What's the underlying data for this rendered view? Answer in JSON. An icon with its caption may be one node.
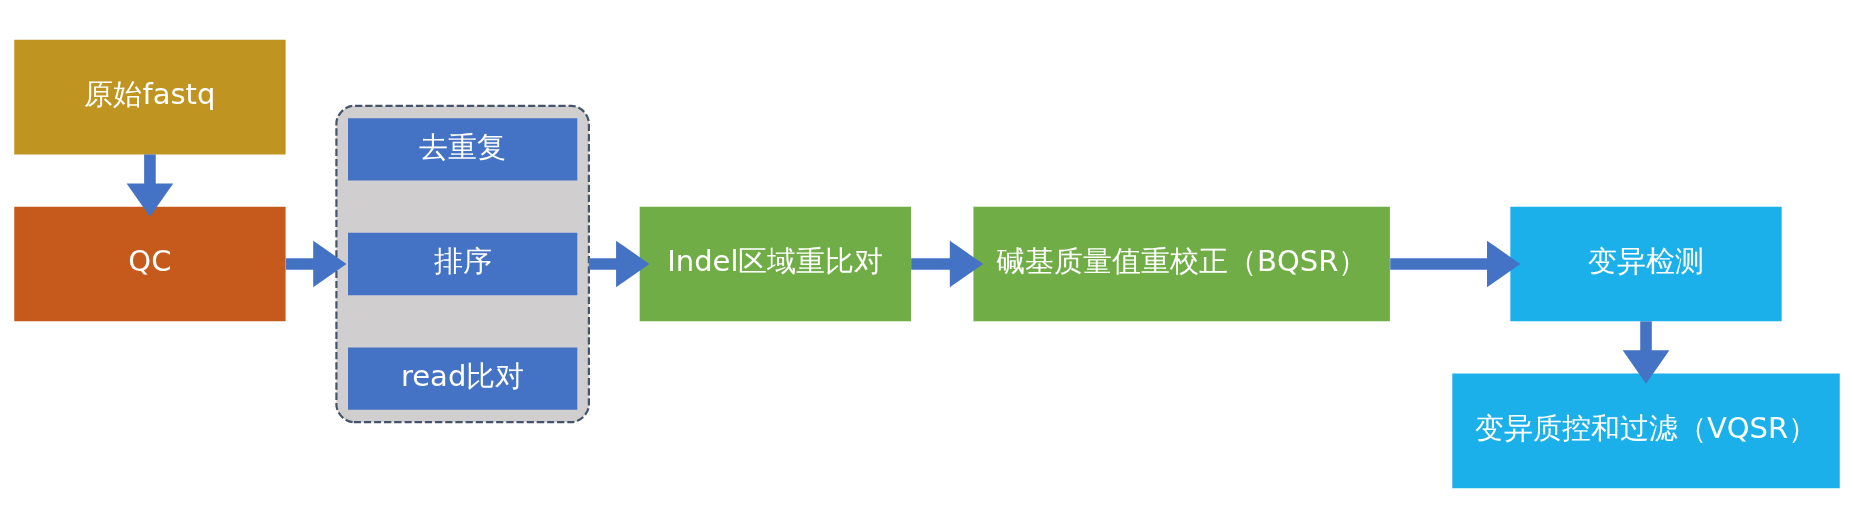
{
  "diagram": {
    "nodes": [
      {
        "text": [
          "原始fastq"
        ]
      },
      {
        "text": [
          "QC"
        ]
      },
      {
        "text": [],
        "shape": "box"
      },
      {
        "text": [
          "read比对"
        ],
        "in": 2
      },
      {
        "text": [
          "排序"
        ],
        "in": 2
      },
      {
        "text": [
          "去重复"
        ],
        "in": 2
      },
      {
        "text": [
          "Indel区域重比对"
        ]
      },
      {
        "text": [
          "碱基质量值重校正（BQSR）"
        ]
      },
      {
        "text": [
          "变异检测"
        ]
      },
      {
        "text": [
          "变异质控和过滤（VQSR）"
        ]
      }
    ],
    "edges": [
      {
        "from": 0,
        "to": 1,
        "arrow": "to"
      },
      {
        "from": 1,
        "to": 2,
        "arrow": "to"
      },
      {
        "from": 2,
        "to": 6,
        "arrow": "to"
      },
      {
        "from": 6,
        "to": 7,
        "arrow": "to"
      },
      {
        "from": 7,
        "to": 8,
        "arrow": "to"
      },
      {
        "from": 8,
        "to": 9,
        "arrow": "to"
      }
    ]
  }
}
